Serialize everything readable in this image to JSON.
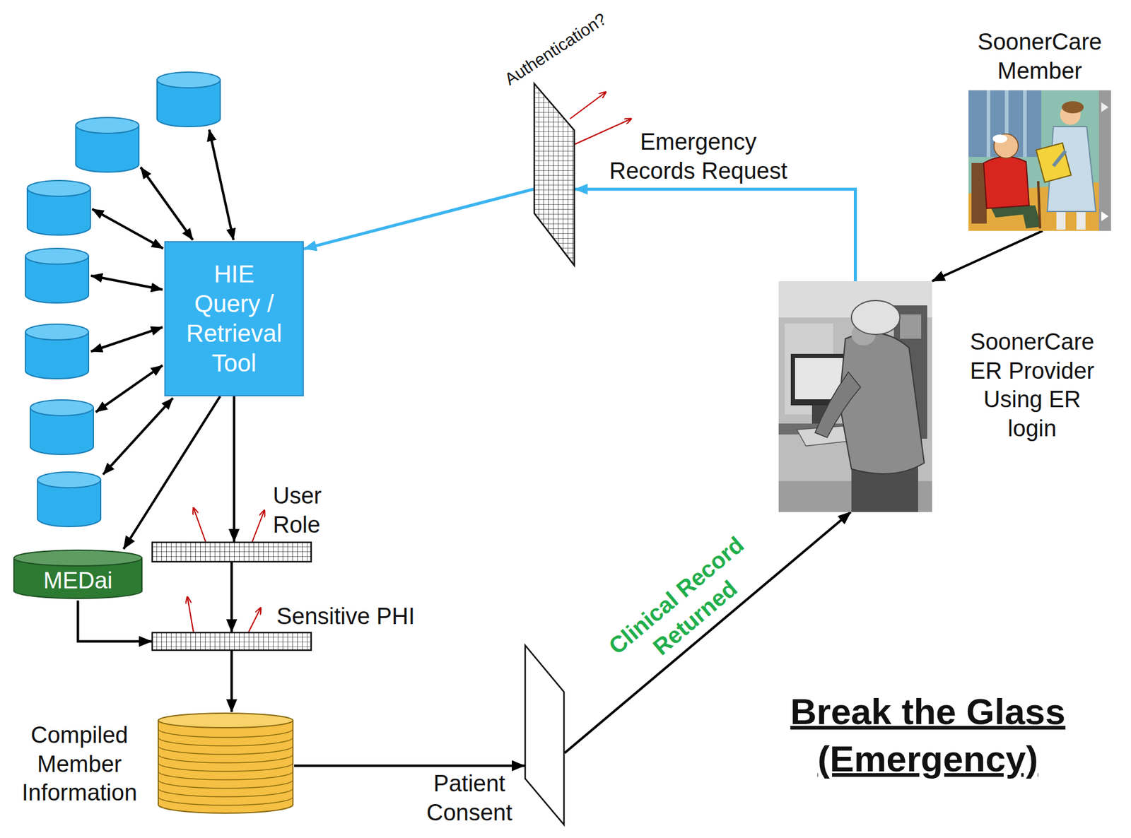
{
  "diagram": {
    "title": "Break the Glass (Emergency)",
    "nodes": [
      {
        "text": [
          "Authentication?"
        ]
      },
      {
        "text": [
          "SoonerCare Member"
        ]
      },
      {
        "text": [
          "HIE Query / Retrieval Tool"
        ]
      },
      {
        "text": [
          "SoonerCare ER Provider Using ER login"
        ]
      },
      {
        "text": [
          "User Role"
        ]
      },
      {
        "text": [
          "MEDai"
        ]
      },
      {
        "text": [
          "Sensitive PHI"
        ]
      },
      {
        "text": [
          "Compiled Member Information"
        ]
      },
      {
        "text": [
          "Patient Consent"
        ]
      }
    ],
    "edges": [
      {
        "from": 1,
        "to": 3,
        "arrow": "to"
      },
      {
        "from": 3,
        "to": 0,
        "label": "Emergency Records Request",
        "arrow": "to"
      },
      {
        "from": 0,
        "to": 2,
        "arrow": "to"
      },
      {
        "from": 2,
        "to": 4,
        "arrow": "to"
      },
      {
        "from": 2,
        "to": 5,
        "arrow": "to"
      },
      {
        "from": 4,
        "to": 6,
        "arrow": "to"
      },
      {
        "from": 5,
        "to": 6,
        "arrow": "to"
      },
      {
        "from": 6,
        "to": 7,
        "arrow": "to"
      },
      {
        "from": 7,
        "to": 8,
        "arrow": "to"
      },
      {
        "from": 8,
        "to": 3,
        "label": "Clinical Record Returned",
        "arrow": "to"
      }
    ]
  }
}
